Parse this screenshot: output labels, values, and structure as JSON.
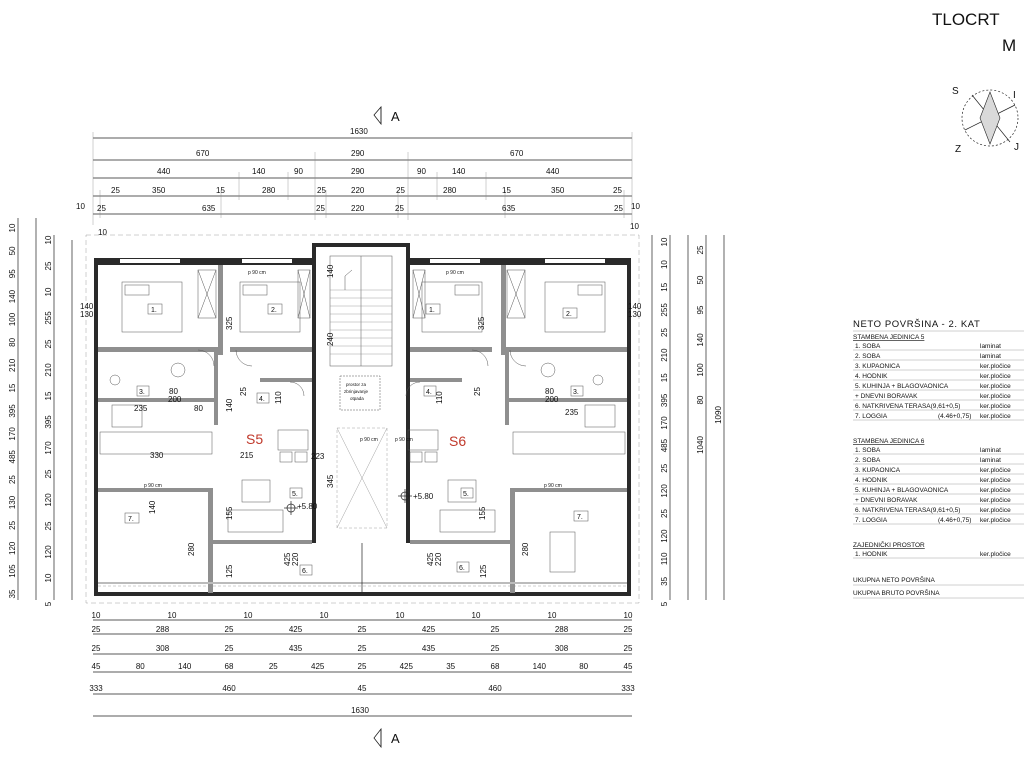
{
  "title": {
    "line1": "TLOCRT",
    "line2": "M"
  },
  "compass": {
    "letters": [
      "S",
      "I",
      "J",
      "Z"
    ]
  },
  "section_marker": "A",
  "top_dimensions": {
    "row0": [
      "1630"
    ],
    "row1": [
      "670",
      "290",
      "670"
    ],
    "row2": [
      "440",
      "140",
      "90",
      "290",
      "90",
      "140",
      "440"
    ],
    "row3": [
      "25",
      "350",
      "15",
      "280",
      "25",
      "220",
      "25",
      "280",
      "15",
      "350",
      "25"
    ],
    "row4": [
      "10",
      "25",
      "635",
      "25",
      "220",
      "25",
      "635",
      "25",
      "10"
    ],
    "row5": [
      "10",
      "10"
    ]
  },
  "bottom_dimensions": {
    "row1": [
      "10",
      "10",
      "10",
      "10",
      "10",
      "10",
      "10",
      "10"
    ],
    "row2": [
      "25",
      "288",
      "25",
      "425",
      "25",
      "425",
      "25",
      "288",
      "25"
    ],
    "row3": [
      "25",
      "308",
      "25",
      "435",
      "25",
      "435",
      "25",
      "308",
      "25"
    ],
    "row4": [
      "45",
      "80",
      "140",
      "68",
      "25",
      "425",
      "25",
      "425",
      "35",
      "68",
      "140",
      "80",
      "45"
    ],
    "row5": [
      "333",
      "460",
      "45",
      "460",
      "333"
    ],
    "row6": [
      "1630"
    ]
  },
  "left_dimensions": {
    "outer": [
      "10",
      "50",
      "95",
      "140",
      "100",
      "80",
      "210",
      "15",
      "395",
      "170",
      "485",
      "25",
      "130",
      "25",
      "120",
      "105",
      "35"
    ],
    "inner": [
      "10",
      "25",
      "10",
      "255",
      "25",
      "210",
      "15",
      "395",
      "170",
      "25",
      "120",
      "25",
      "120",
      "10",
      "5"
    ]
  },
  "right_dimensions": {
    "outer": [
      "10",
      "10",
      "15",
      "255",
      "25",
      "210",
      "15",
      "395",
      "170",
      "485",
      "25",
      "120",
      "25",
      "120",
      "110",
      "35",
      "5"
    ],
    "inner": [
      "25",
      "50",
      "95",
      "140",
      "100",
      "80",
      "1040",
      "1090"
    ]
  },
  "rooms": {
    "r1": "1.",
    "r2": "2.",
    "r3": "3.",
    "r4": "4.",
    "r5": "5.",
    "r6": "6.",
    "r7": "7."
  },
  "units": {
    "left": "S5",
    "right": "S6"
  },
  "levels": {
    "left": "+5.80",
    "right": "+5.80"
  },
  "interior_dims": [
    "140",
    "130",
    "140",
    "130",
    "325",
    "325",
    "140",
    "235",
    "80",
    "200",
    "80",
    "140",
    "235",
    "80",
    "200",
    "110",
    "110",
    "330",
    "215",
    "223",
    "345",
    "140",
    "155",
    "155",
    "280",
    "125",
    "425",
    "220",
    "425",
    "220",
    "125",
    "280",
    "240",
    "25",
    "25"
  ],
  "door_labels": [
    "p 90 cm",
    "p 90 cm",
    "p 90 cm",
    "p 90 cm",
    "p 90 cm",
    "p 90 cm"
  ],
  "stair_note": [
    "prostor za",
    "zbrinjavanje",
    "otpada"
  ],
  "table": {
    "heading": "NETO POVRŠINA - 2. KAT",
    "sections": [
      {
        "title": "STAMBENA JEDINICA 5",
        "rows": [
          {
            "name": "1. SOBA",
            "finish": "laminat"
          },
          {
            "name": "2. SOBA",
            "finish": "laminat"
          },
          {
            "name": "3. KUPAONICA",
            "finish": "ker.pločice"
          },
          {
            "name": "4. HODNIK",
            "finish": "ker.pločice"
          },
          {
            "name": "5. KUHINJA + BLAGOVAONICA",
            "finish": "ker.pločice"
          },
          {
            "name": "+ DNEVNI BORAVAK",
            "finish": "ker.pločice"
          },
          {
            "name": "6. NATKRIVENA TERASA(9,61+0,5)",
            "finish": "ker.pločice"
          },
          {
            "name": "7. LOGGIA",
            "extra": "(4.46+0,75)",
            "finish": "ker.pločice"
          }
        ]
      },
      {
        "title": "STAMBENA JEDINICA 6",
        "rows": [
          {
            "name": "1. SOBA",
            "finish": "laminat"
          },
          {
            "name": "2. SOBA",
            "finish": "laminat"
          },
          {
            "name": "3. KUPAONICA",
            "finish": "ker.pločice"
          },
          {
            "name": "4. HODNIK",
            "finish": "ker.pločice"
          },
          {
            "name": "5. KUHINJA + BLAGOVAONICA",
            "finish": "ker.pločice"
          },
          {
            "name": "+ DNEVNI BORAVAK",
            "finish": "ker.pločice"
          },
          {
            "name": "6. NATKRIVENA TERASA(9,61+0,5)",
            "finish": "ker.pločice"
          },
          {
            "name": "7. LOGGIA",
            "extra": "(4.46+0,75)",
            "finish": "ker.pločice"
          }
        ]
      },
      {
        "title": "ZAJEDNIČKI PROSTOR",
        "rows": [
          {
            "name": "1. HODNIK",
            "finish": "ker.pločice"
          }
        ]
      }
    ],
    "total_net": "UKUPNA NETO POVRŠINA",
    "total_gross": "UKUPNA BRUTO POVRŠINA"
  }
}
